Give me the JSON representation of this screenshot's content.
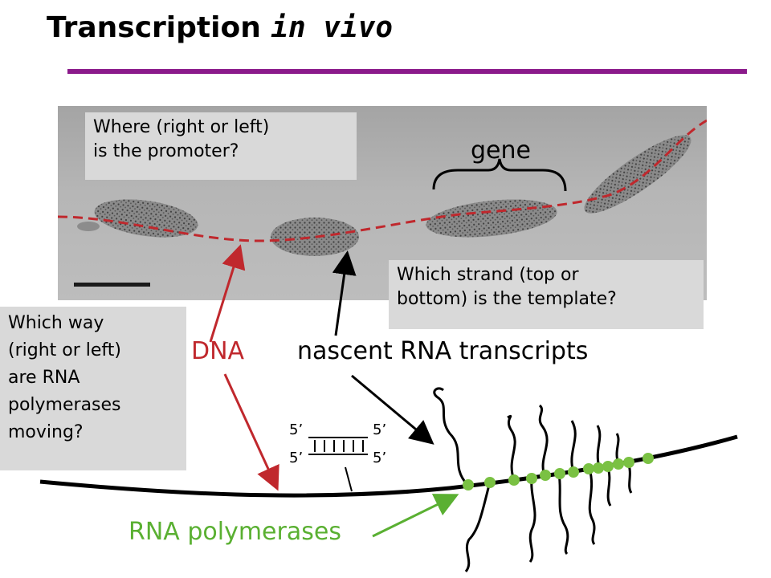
{
  "title": {
    "main": "Transcription ",
    "emph": "in vivo"
  },
  "questions": {
    "promoter": [
      "Where (right or left)",
      "is the promoter?"
    ],
    "strand": [
      "Which strand (top or",
      "bottom) is the template?"
    ],
    "direction": [
      "Which way",
      "(right or left)",
      "are RNA",
      "polymerases",
      "moving?"
    ]
  },
  "labels": {
    "gene": "gene",
    "dna": "DNA",
    "nascent": "nascent RNA transcripts",
    "polymerases": "RNA polymerases",
    "five_prime": "5’"
  },
  "colors": {
    "title_rule": "#8b1a8b",
    "dna_trace": "#c0282d",
    "dna_label": "#c0282d",
    "polymerase": "#7ac143",
    "polymerase_label": "#5ab032",
    "question_box": "#d9d9d9"
  }
}
